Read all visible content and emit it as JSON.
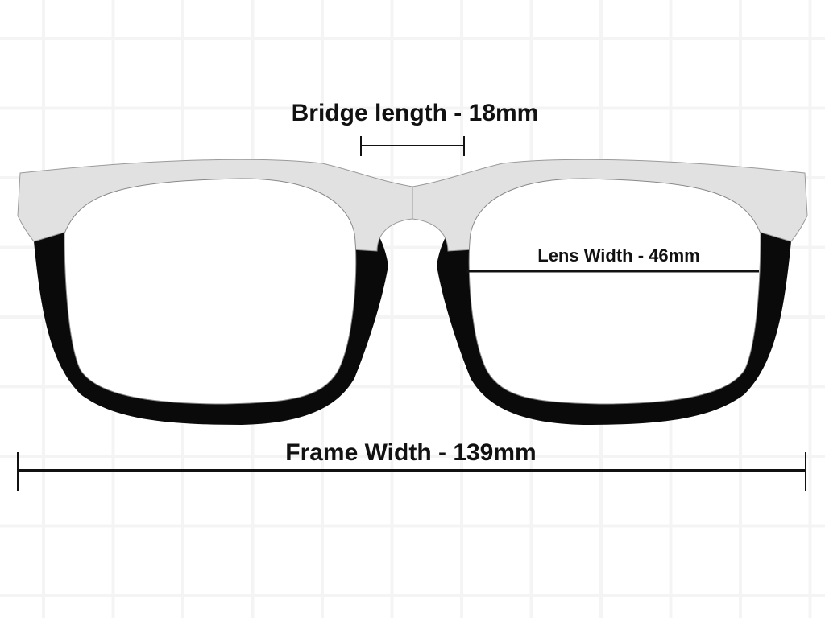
{
  "labels": {
    "bridge": "Bridge length - 18mm",
    "lens": "Lens Width - 46mm",
    "frame": "Frame Width - 139mm"
  },
  "measurements": {
    "bridge_length_mm": 18,
    "lens_width_mm": 46,
    "frame_width_mm": 139
  },
  "colors": {
    "grid": "#f4f4f4",
    "frame_top": "#e1e1e1",
    "frame_bottom": "#0a0a0a",
    "dimension_line": "#111111"
  }
}
